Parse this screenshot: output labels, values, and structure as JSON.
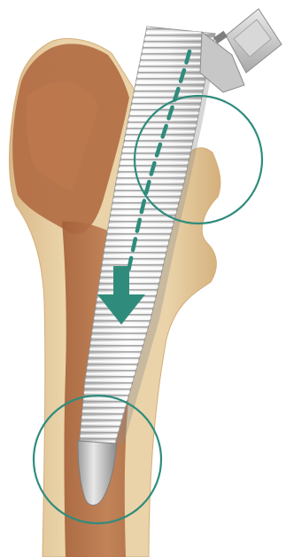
{
  "illustration": {
    "subject": "femoral-stem-implant-in-femur",
    "colors": {
      "bone_outer": "#e8cfa3",
      "bone_outer_edge": "#d8b684",
      "bone_inner": "#b8744a",
      "bone_inner_dark": "#9c5a34",
      "stem_light": "#f5f5f5",
      "stem_mid": "#d9d9d9",
      "stem_dark": "#9a9a9a",
      "accent": "#2f8c7c",
      "background": "#ffffff"
    },
    "highlight_regions": [
      "proximal-fixation-zone",
      "distal-tip-zone"
    ],
    "motion_indicator": "insertion-direction-down"
  }
}
